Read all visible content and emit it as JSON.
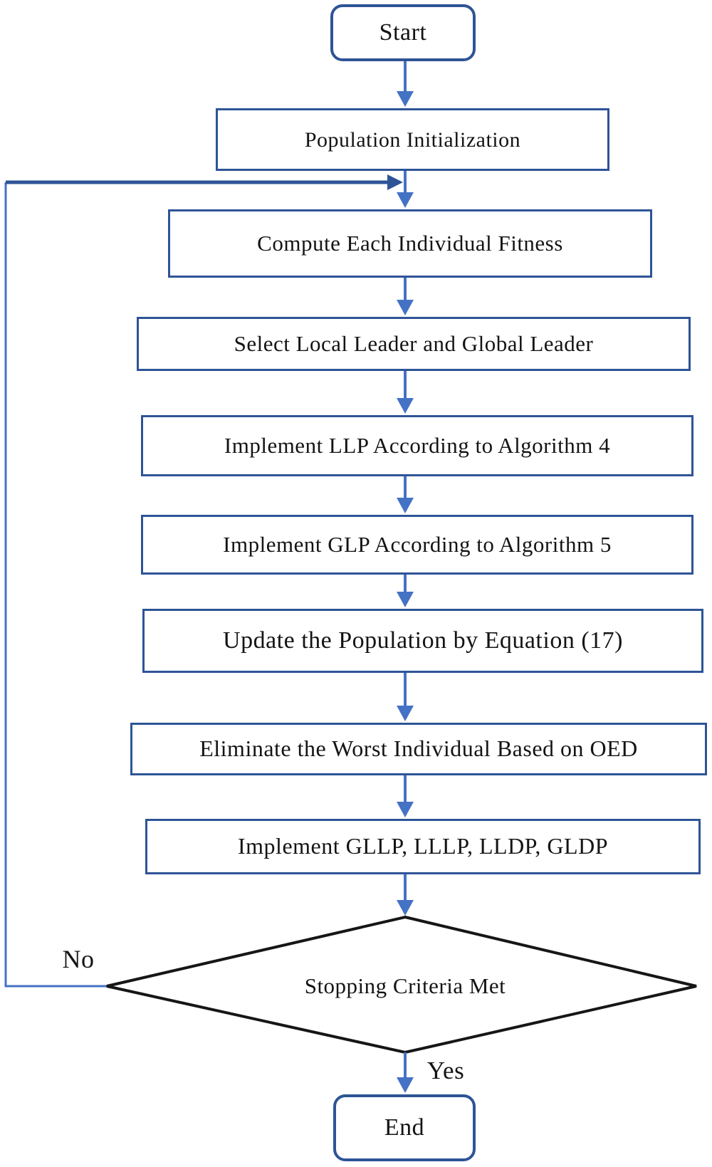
{
  "figure": {
    "type": "flowchart",
    "description": "Algorithm flowchart with a feedback loop from the stopping-criteria decision back to the fitness computation step"
  },
  "nodes": {
    "start": {
      "label": "Start",
      "shape": "rounded-terminal"
    },
    "population_initialization": {
      "label": "Population Initialization",
      "shape": "process"
    },
    "compute_fitness": {
      "label": "Compute Each Individual Fitness",
      "shape": "process"
    },
    "select_leaders": {
      "label": "Select Local Leader and Global Leader",
      "shape": "process"
    },
    "implement_llp": {
      "label": "Implement LLP According to Algorithm 4",
      "shape": "process"
    },
    "implement_glp": {
      "label": "Implement GLP According to Algorithm 5",
      "shape": "process"
    },
    "update_population": {
      "label": "Update the Population by Equation (17)",
      "shape": "process"
    },
    "eliminate_worst": {
      "label": "Eliminate the Worst Individual Based on OED",
      "shape": "process"
    },
    "implement_gllp": {
      "label": "Implement GLLP, LLLP, LLDP, GLDP",
      "shape": "process"
    },
    "stopping_criteria": {
      "label": "Stopping Criteria Met",
      "shape": "decision"
    },
    "end": {
      "label": "End",
      "shape": "rounded-terminal"
    }
  },
  "edge_labels": {
    "no": "No",
    "yes": "Yes"
  },
  "colors": {
    "box_border": "#2e5496",
    "arrow": "#4472c4",
    "loop_dark": "#2e5496",
    "diamond_border": "#161616",
    "text": "#141414",
    "background": "#ffffff"
  }
}
